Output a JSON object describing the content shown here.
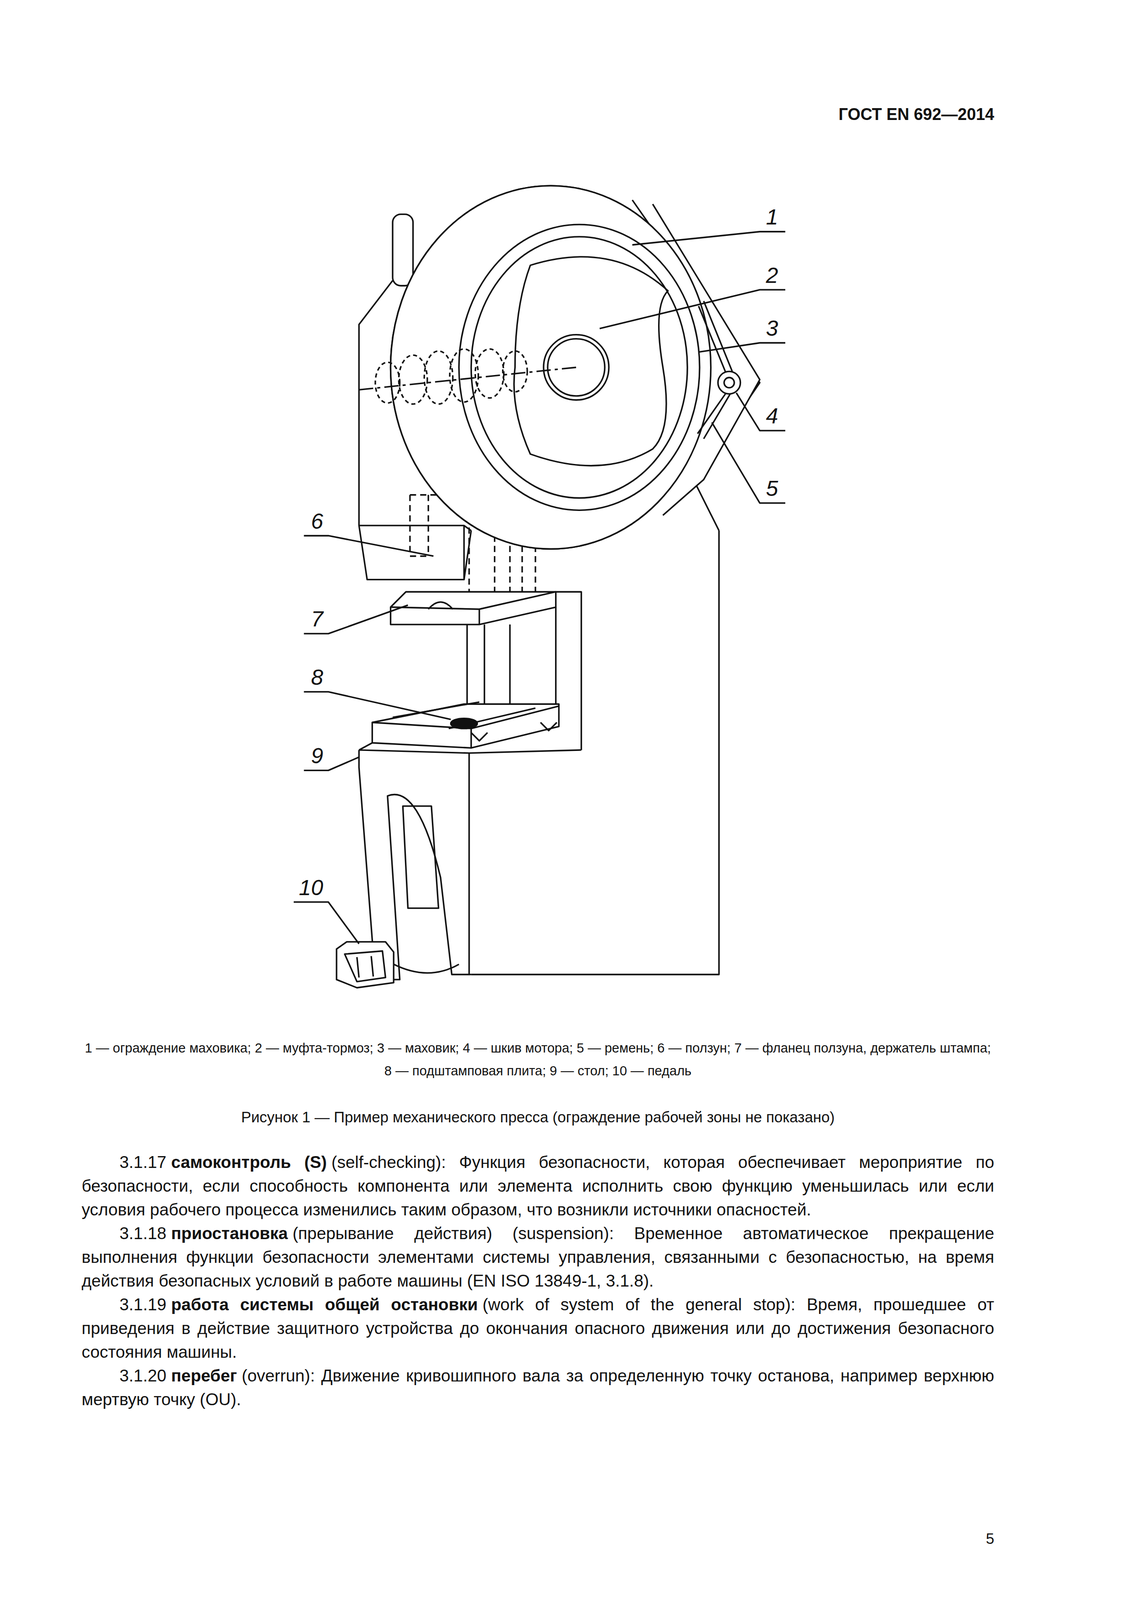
{
  "diagram": {
    "caption": "Рисунок 1 — Пример механического пресса (ограждение рабочей зоны не показано)",
    "labels": [
      "ГОСТ EN 692—2014",
      "1",
      "2",
      "3",
      "4",
      "5",
      "6",
      "7",
      "8",
      "9",
      "10",
      "1 — ограждение маховика; 2 — муфта-тормоз; 3 — маховик; 4 — шкив мотора; 5 — ремень; 6 — ползун; 7 — фланец ползуна, держатель штампа; 8 — подштамповая плита; 9 — стол; 10 — педаль",
      "3.1.17",
      "самоконтроль (S)",
      "(self-checking): Функция безопасности, которая обеспечивает мероприятие по безопасности, если способность компонента или элемента исполнить свою функцию уменьшилась или если условия рабочего процесса изменились таким образом, что возникли источники опасностей.",
      "3.1.18",
      "приостановка",
      "(прерывание действия) (suspension): Временное автоматическое прекращение выполнения функции безопасности элементами системы управления, связанными с безопасностью, на время действия безопасных условий в работе машины (EN ISO 13849-1, 3.1.8).",
      "3.1.19",
      "работа системы общей остановки",
      "(work of system of the general stop): Время, прошедшее от приведения в действие защитного устройства до окончания опасного движения или до достижения безопасного состояния машины.",
      "3.1.20",
      "перебег",
      "(overrun): Движение кривошипного вала за определенную точку останова, например верхнюю мертвую точку (OU).",
      "5"
    ]
  }
}
